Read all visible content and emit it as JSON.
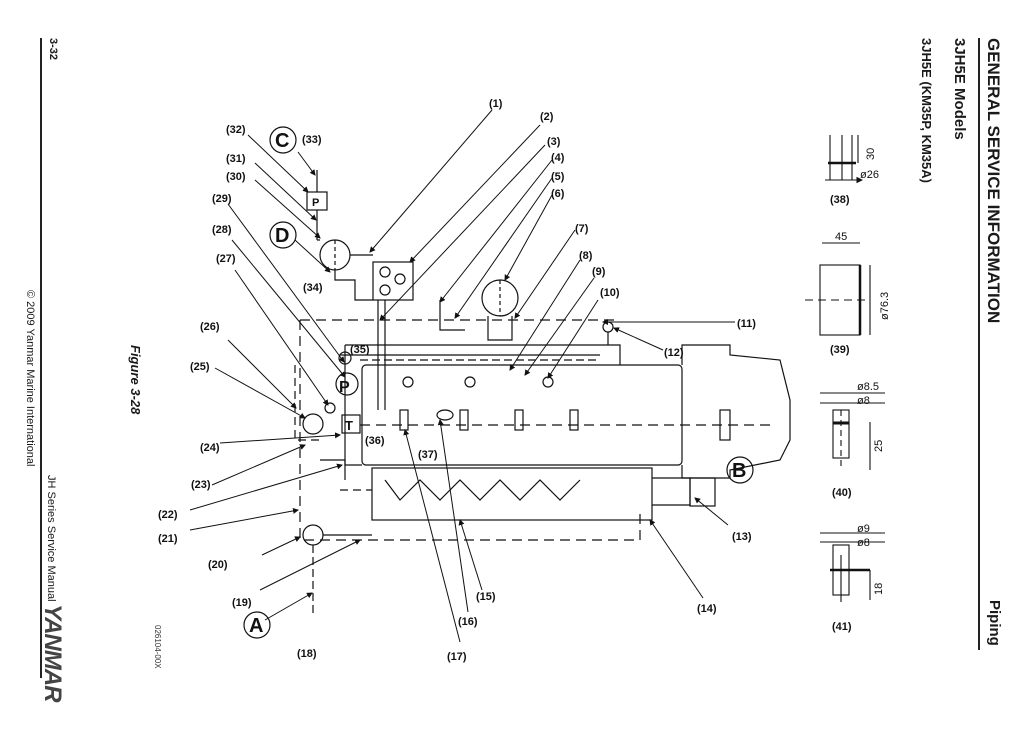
{
  "header": {
    "section_title": "GENERAL SERVICE INFORMATION",
    "models_heading": "3JH5E Models",
    "model_variants": "3JH5E (KM35P, KM35A)",
    "topic": "Piping"
  },
  "footer": {
    "page_number": "3-32",
    "copyright": "© 2009 Yanmar Marine International",
    "manual_title": "JH Series Service Manual",
    "brand_logo": "YANMAR"
  },
  "figure": {
    "caption": "Figure 3-28",
    "drawing_code": "026104-00X",
    "callouts": [
      "(1)",
      "(2)",
      "(3)",
      "(4)",
      "(5)",
      "(6)",
      "(7)",
      "(8)",
      "(9)",
      "(10)",
      "(11)",
      "(12)",
      "(13)",
      "(14)",
      "(15)",
      "(16)",
      "(17)",
      "(18)",
      "(19)",
      "(20)",
      "(21)",
      "(22)",
      "(23)",
      "(24)",
      "(25)",
      "(26)",
      "(27)",
      "(28)",
      "(29)",
      "(30)",
      "(31)",
      "(32)",
      "(33)",
      "(34)",
      "(35)",
      "(36)",
      "(37)"
    ],
    "reference_letters": [
      "A",
      "B",
      "C",
      "D"
    ],
    "component_symbols": {
      "pump": "P",
      "thermostat": "T"
    }
  },
  "details": [
    {
      "label": "(38)",
      "dims": [
        "30",
        "ø26"
      ]
    },
    {
      "label": "(39)",
      "dims": [
        "45",
        "ø76.3"
      ]
    },
    {
      "label": "(40)",
      "dims": [
        "ø8.5",
        "ø8",
        "25"
      ]
    },
    {
      "label": "(41)",
      "dims": [
        "ø9",
        "ø8",
        "18"
      ]
    }
  ]
}
